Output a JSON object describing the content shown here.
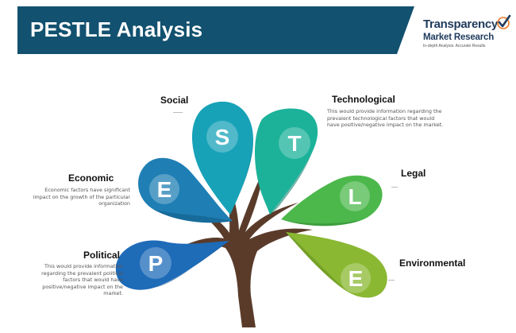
{
  "header": {
    "title": "PESTLE Analysis",
    "banner_color": "#12516f"
  },
  "logo": {
    "word1": "Transparency",
    "word2": "Market Research",
    "tagline": "In-depth Analysis. Accurate Results",
    "icon": "checkmark-logo-icon"
  },
  "categories": {
    "political": {
      "letter": "P",
      "title": "Political",
      "description": "This would provide information regarding the prevalent political factors that would have positive/negative impact on the market.",
      "color": "#1e6bb8"
    },
    "economic": {
      "letter": "E",
      "title": "Economic",
      "description": "Economic factors have significant impact on the growth of the particular organization",
      "color": "#1f7fb4"
    },
    "social": {
      "letter": "S",
      "title": "Social",
      "description": "",
      "color": "#17a2b8"
    },
    "technological": {
      "letter": "T",
      "title": "Technological",
      "description": "This would provide information regarding the prevalent technological factors that would have positive/negative impact on the market.",
      "color": "#1cb29a"
    },
    "legal": {
      "letter": "L",
      "title": "Legal",
      "description": "",
      "color": "#4cb84c"
    },
    "environmental": {
      "letter": "E",
      "title": "Environmental",
      "description": "",
      "color": "#8ab832"
    }
  },
  "trunk_color": "#5a3b2a"
}
